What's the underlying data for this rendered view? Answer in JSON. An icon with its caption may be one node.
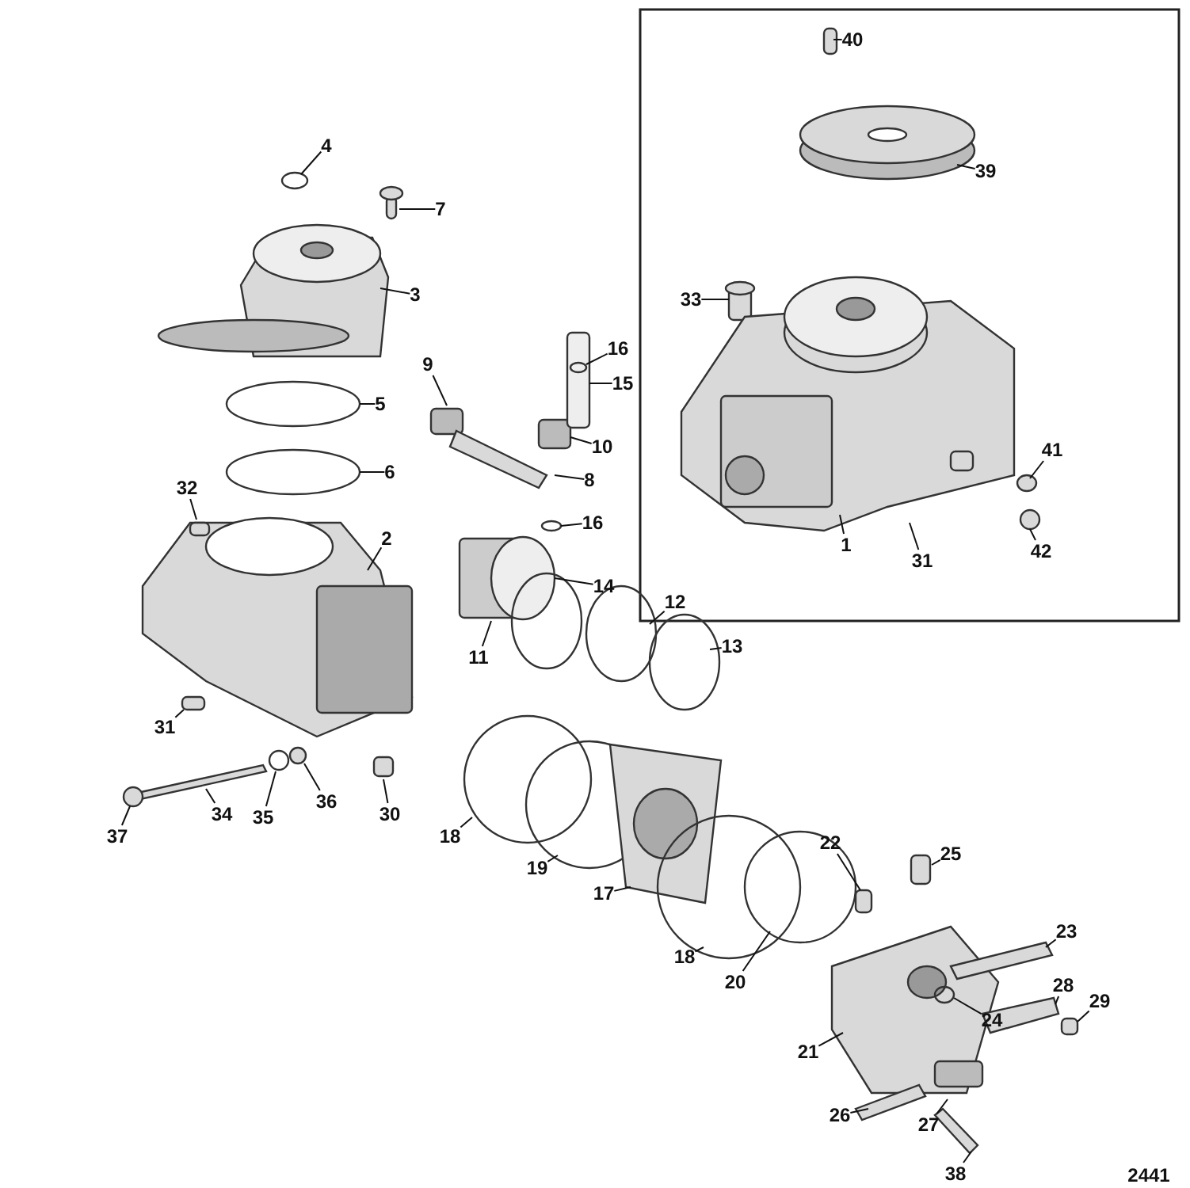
{
  "diagram": {
    "nodes": [
      {
        "text": [
          "40"
        ]
      },
      {
        "text": [
          "39"
        ]
      },
      {
        "text": [
          "33"
        ]
      },
      {
        "text": [
          "41"
        ]
      },
      {
        "text": [
          "42"
        ]
      },
      {
        "text": [
          "1"
        ]
      },
      {
        "text": [
          "31"
        ]
      },
      {
        "text": [
          "4"
        ]
      },
      {
        "text": [
          "7"
        ]
      },
      {
        "text": [
          "3"
        ]
      },
      {
        "text": [
          "16"
        ]
      },
      {
        "text": [
          "15"
        ]
      },
      {
        "text": [
          "9"
        ]
      },
      {
        "text": [
          "10"
        ]
      },
      {
        "text": [
          "8"
        ]
      },
      {
        "text": [
          "5"
        ]
      },
      {
        "text": [
          "6"
        ]
      },
      {
        "text": [
          "32"
        ]
      },
      {
        "text": [
          "16"
        ]
      },
      {
        "text": [
          "2"
        ]
      },
      {
        "text": [
          "14"
        ]
      },
      {
        "text": [
          "12"
        ]
      },
      {
        "text": [
          "13"
        ]
      },
      {
        "text": [
          "11"
        ]
      },
      {
        "text": [
          "31"
        ]
      },
      {
        "text": [
          "36"
        ]
      },
      {
        "text": [
          "35"
        ]
      },
      {
        "text": [
          "34"
        ]
      },
      {
        "text": [
          "30"
        ]
      },
      {
        "text": [
          "37"
        ]
      },
      {
        "text": [
          "18"
        ]
      },
      {
        "text": [
          "19"
        ]
      },
      {
        "text": [
          "17"
        ]
      },
      {
        "text": [
          "22"
        ]
      },
      {
        "text": [
          "25"
        ]
      },
      {
        "text": [
          "18"
        ]
      },
      {
        "text": [
          "20"
        ]
      },
      {
        "text": [
          "23"
        ]
      },
      {
        "text": [
          "28"
        ]
      },
      {
        "text": [
          "29"
        ]
      },
      {
        "text": [
          "24"
        ]
      },
      {
        "text": [
          "21"
        ]
      },
      {
        "text": [
          "26"
        ]
      },
      {
        "text": [
          "27"
        ]
      },
      {
        "text": [
          "38"
        ]
      }
    ],
    "edges": [
      {
        "from": 0,
        "to": null,
        "arrow": "none"
      },
      {
        "from": 1,
        "to": null,
        "arrow": "none"
      },
      {
        "from": 2,
        "to": null,
        "arrow": "none"
      },
      {
        "from": 3,
        "to": null,
        "arrow": "none"
      },
      {
        "from": 4,
        "to": null,
        "arrow": "none"
      },
      {
        "from": 5,
        "to": null,
        "arrow": "none"
      },
      {
        "from": 6,
        "to": null,
        "arrow": "none"
      },
      {
        "from": 7,
        "to": null,
        "arrow": "none"
      },
      {
        "from": 8,
        "to": null,
        "arrow": "none"
      },
      {
        "from": 9,
        "to": null,
        "arrow": "none"
      },
      {
        "from": 10,
        "to": null,
        "arrow": "none"
      },
      {
        "from": 11,
        "to": null,
        "arrow": "none"
      },
      {
        "from": 12,
        "to": null,
        "arrow": "none"
      },
      {
        "from": 13,
        "to": null,
        "arrow": "none"
      },
      {
        "from": 14,
        "to": null,
        "arrow": "none"
      },
      {
        "from": 15,
        "to": null,
        "arrow": "none"
      },
      {
        "from": 16,
        "to": null,
        "arrow": "none"
      },
      {
        "from": 17,
        "to": null,
        "arrow": "none"
      },
      {
        "from": 18,
        "to": null,
        "arrow": "none"
      },
      {
        "from": 19,
        "to": null,
        "arrow": "none"
      },
      {
        "from": 20,
        "to": null,
        "arrow": "none"
      },
      {
        "from": 21,
        "to": null,
        "arrow": "none"
      },
      {
        "from": 22,
        "to": null,
        "arrow": "none"
      },
      {
        "from": 23,
        "to": null,
        "arrow": "none"
      },
      {
        "from": 24,
        "to": null,
        "arrow": "none"
      },
      {
        "from": 25,
        "to": null,
        "arrow": "none"
      },
      {
        "from": 26,
        "to": null,
        "arrow": "none"
      },
      {
        "from": 27,
        "to": null,
        "arrow": "none"
      },
      {
        "from": 28,
        "to": null,
        "arrow": "none"
      },
      {
        "from": 29,
        "to": null,
        "arrow": "none"
      },
      {
        "from": 30,
        "to": null,
        "arrow": "none"
      },
      {
        "from": 31,
        "to": null,
        "arrow": "none"
      },
      {
        "from": 32,
        "to": null,
        "arrow": "none"
      },
      {
        "from": 33,
        "to": null,
        "arrow": "none"
      },
      {
        "from": 34,
        "to": null,
        "arrow": "none"
      },
      {
        "from": 35,
        "to": null,
        "arrow": "none"
      },
      {
        "from": 36,
        "to": null,
        "arrow": "none"
      },
      {
        "from": 37,
        "to": null,
        "arrow": "none"
      },
      {
        "from": 38,
        "to": null,
        "arrow": "none"
      },
      {
        "from": 39,
        "to": null,
        "arrow": "none"
      },
      {
        "from": 40,
        "to": null,
        "arrow": "none"
      },
      {
        "from": 41,
        "to": null,
        "arrow": "none"
      },
      {
        "from": 42,
        "to": null,
        "arrow": "none"
      },
      {
        "from": 43,
        "to": null,
        "arrow": "none"
      },
      {
        "from": 44,
        "to": null,
        "arrow": "none"
      }
    ],
    "labels": [
      "2441"
    ]
  }
}
